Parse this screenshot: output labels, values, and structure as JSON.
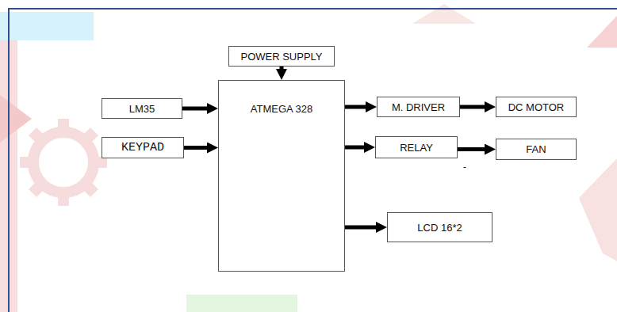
{
  "diagram": {
    "nodes": [
      {
        "text": [
          "POWER SUPPLY"
        ]
      },
      {
        "text": [
          "LM35"
        ]
      },
      {
        "text": [
          "KEYPAD"
        ]
      },
      {
        "text": [
          "ATMEGA 328"
        ]
      },
      {
        "text": [
          "M. DRIVER"
        ]
      },
      {
        "text": [
          "DC MOTOR"
        ]
      },
      {
        "text": [
          "RELAY"
        ]
      },
      {
        "text": [
          "FAN"
        ]
      },
      {
        "text": [
          "LCD 16*2"
        ]
      }
    ],
    "edges": [
      {
        "from": 0,
        "to": 3,
        "arrow": "to"
      },
      {
        "from": 1,
        "to": 3,
        "arrow": "to"
      },
      {
        "from": 2,
        "to": 3,
        "arrow": "to"
      },
      {
        "from": 3,
        "to": 4,
        "arrow": "to"
      },
      {
        "from": 4,
        "to": 5,
        "arrow": "to"
      },
      {
        "from": 3,
        "to": 6,
        "arrow": "to"
      },
      {
        "from": 6,
        "to": 7,
        "arrow": "to"
      },
      {
        "from": 3,
        "to": 8,
        "arrow": "to"
      }
    ],
    "labels": [
      "-"
    ]
  }
}
